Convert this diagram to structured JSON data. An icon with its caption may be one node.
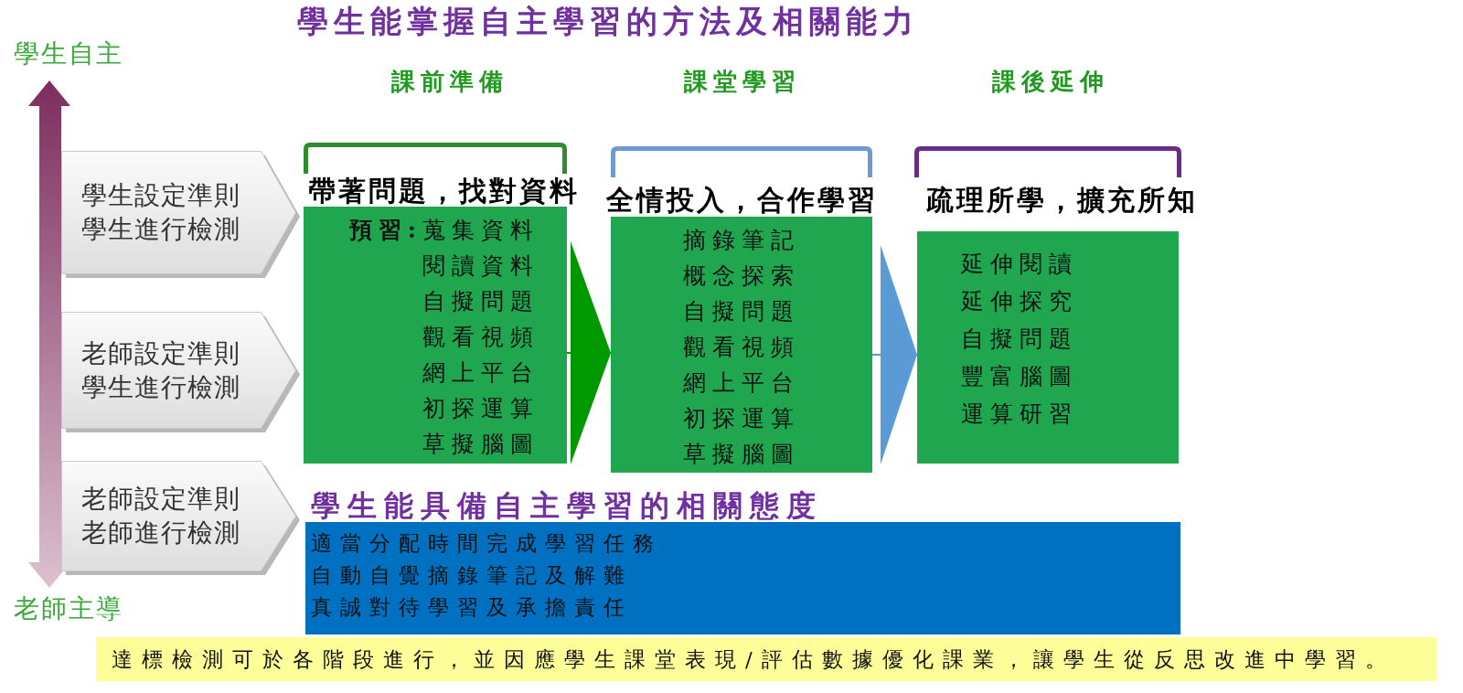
{
  "diagram": {
    "title": "學生能掌握自主學習的方法及相關能力",
    "nodes": [
      {
        "text": [
          "學生設定準則",
          "學生進行檢測"
        ]
      },
      {
        "text": [
          "老師設定準則",
          "學生進行檢測"
        ]
      },
      {
        "text": [
          "老師設定準則",
          "老師進行檢測"
        ]
      },
      {
        "text": [
          "帶著問題，找對資料",
          "**預習:**蒐集資料",
          "閱讀資料",
          "自擬問題",
          "觀看視頻",
          "網上平台",
          "初探運算",
          "草擬腦圖"
        ]
      },
      {
        "text": [
          "全情投入，合作學習",
          "摘錄筆記",
          "概念探索",
          "自擬問題",
          "觀看視頻",
          "網上平台",
          "初探運算",
          "草擬腦圖"
        ]
      },
      {
        "text": [
          "疏理所學，擴充所知",
          "延伸閱讀",
          "延伸探究",
          "自擬問題",
          "豐富腦圖",
          "運算研習"
        ]
      },
      {
        "text": [
          "學生能具備自主學習的相關態度",
          "適當分配時間完成學習任務",
          "自動自覺摘錄筆記及解難",
          "真誠對待學習及承擔責任"
        ]
      },
      {
        "text": [
          "達標檢測可於各階段進行，並因應學生課堂表現/評估數據優化課業，讓學生從反思改進中學習。"
        ]
      }
    ],
    "edges": [
      {
        "from": 3,
        "to": 4,
        "arrow": "to",
        "color": "#009900"
      },
      {
        "from": 4,
        "to": 5,
        "arrow": "to",
        "color": "#5b9bd5"
      }
    ],
    "labels": [
      "學生自主",
      "課前準備",
      "課堂學習",
      "課後延伸",
      "老師主導"
    ]
  }
}
